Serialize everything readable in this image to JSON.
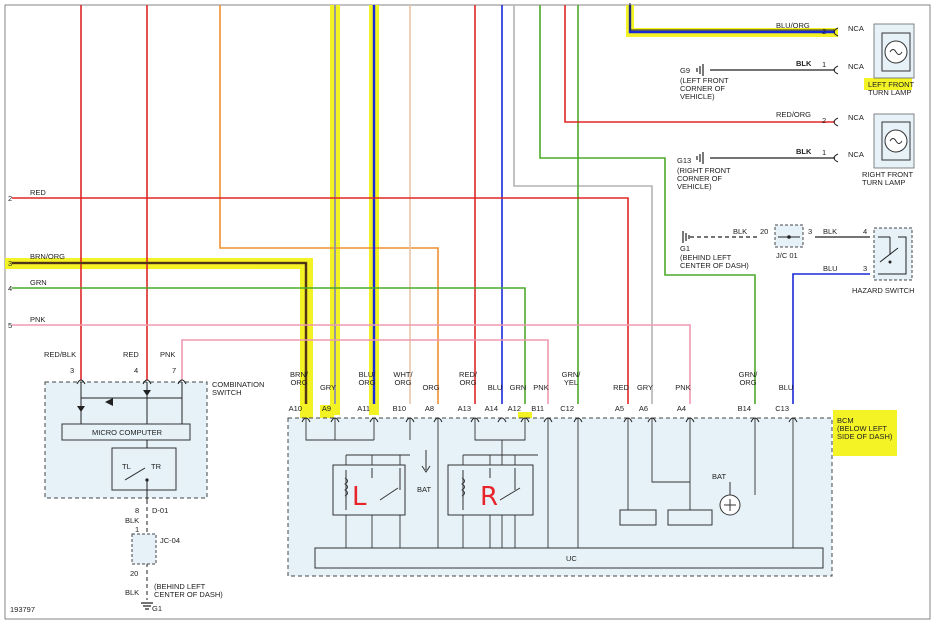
{
  "diagram_id": "193797",
  "circuit_numbers": [
    "2",
    "3",
    "4",
    "5"
  ],
  "circuit_colors": {
    "c2": "RED",
    "c3": "BRN/ORG",
    "c4": "GRN",
    "c5": "PNK"
  },
  "components": {
    "left_front_turn_lamp": "LEFT FRONT\nTURN LAMP",
    "right_front_turn_lamp": "RIGHT FRONT\nTURN LAMP",
    "hazard_switch": "HAZARD SWITCH",
    "combination_switch": "COMBINATION\nSWITCH",
    "micro_computer": "MICRO COMPUTER",
    "tl": "TL",
    "tr": "TR",
    "jc01": "J/C 01",
    "jc04": "JC-04",
    "bcm_label": "BCM\n(BELOW LEFT\nSIDE OF DASH)",
    "uc": "UC",
    "bat": "BAT",
    "relay_left_mark": "L",
    "relay_right_mark": "R"
  },
  "grounds": {
    "g9": "G9",
    "g9_location": "(LEFT FRONT\nCORNER OF\nVEHICLE)",
    "g13": "G13",
    "g13_location": "(RIGHT FRONT\nCORNER OF\nVEHICLE)",
    "g1_top": "G1",
    "g1_top_location": "(BEHIND LEFT\nCENTER OF DASH)",
    "g1_bottom": "G1",
    "g1_bottom_location": "(BEHIND LEFT\nCENTER OF DASH)"
  },
  "lamp_connections": {
    "lf_wire1": "BLU/ORG",
    "lf_pin1": "2",
    "lf_nca1": "NCA",
    "lf_wire2": "BLK",
    "lf_pin2": "1",
    "lf_nca2": "NCA",
    "rf_wire1": "RED/ORG",
    "rf_pin1": "2",
    "rf_nca1": "NCA",
    "rf_wire2": "BLK",
    "rf_pin2": "1",
    "rf_nca2": "NCA"
  },
  "hazard_connections": {
    "blk_left": "BLK",
    "pin20": "20",
    "pin3_jc": "3",
    "blk_right": "BLK",
    "pin4": "4",
    "blu": "BLU",
    "pin3": "3"
  },
  "combination_switch_pins": [
    {
      "wire": "RED/BLK",
      "pin": "3"
    },
    {
      "wire": "RED",
      "pin": "4"
    },
    {
      "wire": "PNK",
      "pin": "7"
    }
  ],
  "combination_bottom": {
    "pin8": "8",
    "d01": "D-01",
    "blk1": "BLK",
    "pin1": "1",
    "pin20": "20",
    "blk2": "BLK"
  },
  "bcm_pins": [
    {
      "wire": "BRN/\nORG",
      "pin": "A10"
    },
    {
      "wire": "GRY",
      "pin": "A9"
    },
    {
      "wire": "BLU/\nORG",
      "pin": "A11"
    },
    {
      "wire": "WHT/\nORG",
      "pin": "B10"
    },
    {
      "wire": "ORG",
      "pin": "A8"
    },
    {
      "wire": "RED/\nORG",
      "pin": "A13"
    },
    {
      "wire": "BLU",
      "pin": "A14"
    },
    {
      "wire": "GRN",
      "pin": "A12"
    },
    {
      "wire": "PNK",
      "pin": "B11"
    },
    {
      "wire": "GRN/\nYEL",
      "pin": "C12"
    },
    {
      "wire": "RED",
      "pin": "A5"
    },
    {
      "wire": "GRY",
      "pin": "A6"
    },
    {
      "wire": "PNK",
      "pin": "A4"
    },
    {
      "wire": "GRN/\nORG",
      "pin": "B14"
    },
    {
      "wire": "BLU",
      "pin": "C13"
    }
  ],
  "colors": {
    "red": "#e02626",
    "orange": "#f09030",
    "green": "#4caa2a",
    "blue": "#1a2ad8",
    "pink": "#ee9ab0",
    "gray": "#b4b4b4",
    "tan": "#e8c4a8",
    "highlight": "#f2f21a",
    "box_fill": "#e6f2f8"
  }
}
